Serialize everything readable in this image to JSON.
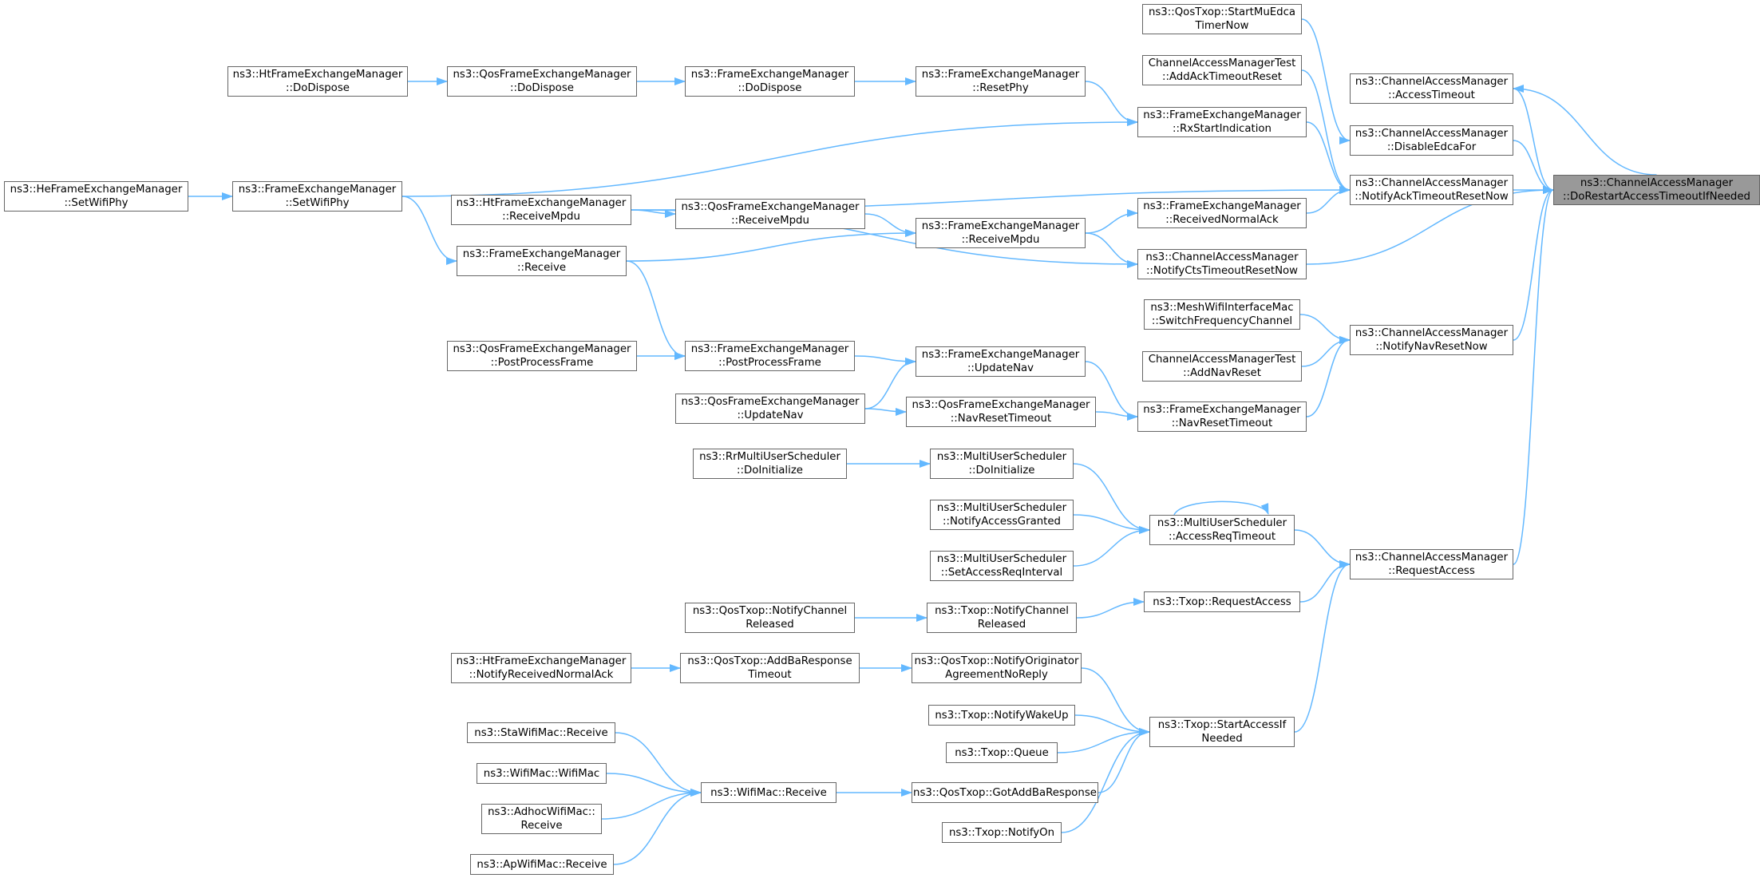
{
  "graph": {
    "edge_color": "#63b8ff",
    "root_fill": "#999999",
    "node_border": "#666666",
    "nodes": [
      {
        "id": "root",
        "lines": [
          "ns3::ChannelAccessManager",
          "::DoRestartAccessTimeoutIfNeeded"
        ],
        "root": true
      },
      {
        "id": "cam_accesstimeout",
        "lines": [
          "ns3::ChannelAccessManager",
          "::AccessTimeout"
        ]
      },
      {
        "id": "cam_disableedcafor",
        "lines": [
          "ns3::ChannelAccessManager",
          "::DisableEdcaFor"
        ]
      },
      {
        "id": "cam_notifyacktimeoutresetnow",
        "lines": [
          "ns3::ChannelAccessManager",
          "::NotifyAckTimeoutResetNow"
        ]
      },
      {
        "id": "cam_notifyctstimeoutresetnow",
        "lines": [
          "ns3::ChannelAccessManager",
          "::NotifyCtsTimeoutResetNow"
        ]
      },
      {
        "id": "cam_notifynavresetnow",
        "lines": [
          "ns3::ChannelAccessManager",
          "::NotifyNavResetNow"
        ]
      },
      {
        "id": "cam_requestaccess",
        "lines": [
          "ns3::ChannelAccessManager",
          "::RequestAccess"
        ]
      },
      {
        "id": "qostxop_startmuedca",
        "lines": [
          "ns3::QosTxop::StartMuEdca",
          "TimerNow"
        ]
      },
      {
        "id": "camtest_addacktimeoutreset",
        "lines": [
          "ChannelAccessManagerTest",
          "::AddAckTimeoutReset"
        ]
      },
      {
        "id": "fem_rxstartindication",
        "lines": [
          "ns3::FrameExchangeManager",
          "::RxStartIndication"
        ]
      },
      {
        "id": "fem_receivednormalack",
        "lines": [
          "ns3::FrameExchangeManager",
          "::ReceivedNormalAck"
        ]
      },
      {
        "id": "fem_resetphy",
        "lines": [
          "ns3::FrameExchangeManager",
          "::ResetPhy"
        ]
      },
      {
        "id": "fem_dodispose",
        "lines": [
          "ns3::FrameExchangeManager",
          "::DoDispose"
        ]
      },
      {
        "id": "qosfem_dodispose",
        "lines": [
          "ns3::QosFrameExchangeManager",
          "::DoDispose"
        ]
      },
      {
        "id": "htfem_dodispose",
        "lines": [
          "ns3::HtFrameExchangeManager",
          "::DoDispose"
        ]
      },
      {
        "id": "fem_setwifiphy",
        "lines": [
          "ns3::FrameExchangeManager",
          "::SetWifiPhy"
        ]
      },
      {
        "id": "hefem_setwifiphy",
        "lines": [
          "ns3::HeFrameExchangeManager",
          "::SetWifiPhy"
        ]
      },
      {
        "id": "htfem_receivempdu",
        "lines": [
          "ns3::HtFrameExchangeManager",
          "::ReceiveMpdu"
        ]
      },
      {
        "id": "qosfem_receivempdu",
        "lines": [
          "ns3::QosFrameExchangeManager",
          "::ReceiveMpdu"
        ]
      },
      {
        "id": "fem_receivempdu",
        "lines": [
          "ns3::FrameExchangeManager",
          "::ReceiveMpdu"
        ]
      },
      {
        "id": "fem_receive",
        "lines": [
          "ns3::FrameExchangeManager",
          "::Receive"
        ]
      },
      {
        "id": "meshmac_switchfreq",
        "lines": [
          "ns3::MeshWifiInterfaceMac",
          "::SwitchFrequencyChannel"
        ]
      },
      {
        "id": "camtest_addnavreset",
        "lines": [
          "ChannelAccessManagerTest",
          "::AddNavReset"
        ]
      },
      {
        "id": "fem_postprocessframe",
        "lines": [
          "ns3::FrameExchangeManager",
          "::PostProcessFrame"
        ]
      },
      {
        "id": "qosfem_postprocessframe",
        "lines": [
          "ns3::QosFrameExchangeManager",
          "::PostProcessFrame"
        ]
      },
      {
        "id": "fem_updatenav",
        "lines": [
          "ns3::FrameExchangeManager",
          "::UpdateNav"
        ]
      },
      {
        "id": "qosfem_updatenav",
        "lines": [
          "ns3::QosFrameExchangeManager",
          "::UpdateNav"
        ]
      },
      {
        "id": "qosfem_navresettimeout",
        "lines": [
          "ns3::QosFrameExchangeManager",
          "::NavResetTimeout"
        ]
      },
      {
        "id": "fem_navresettimeout",
        "lines": [
          "ns3::FrameExchangeManager",
          "::NavResetTimeout"
        ]
      },
      {
        "id": "rrmus_doinitialize",
        "lines": [
          "ns3::RrMultiUserScheduler",
          "::DoInitialize"
        ]
      },
      {
        "id": "mus_doinitialize",
        "lines": [
          "ns3::MultiUserScheduler",
          "::DoInitialize"
        ]
      },
      {
        "id": "mus_notifyaccessgranted",
        "lines": [
          "ns3::MultiUserScheduler",
          "::NotifyAccessGranted"
        ]
      },
      {
        "id": "mus_accessreqtimeout",
        "lines": [
          "ns3::MultiUserScheduler",
          "::AccessReqTimeout"
        ]
      },
      {
        "id": "mus_setaccessreqinterval",
        "lines": [
          "ns3::MultiUserScheduler",
          "::SetAccessReqInterval"
        ]
      },
      {
        "id": "txop_requestaccess",
        "lines": [
          "ns3::Txop::RequestAccess"
        ]
      },
      {
        "id": "qostxop_notifychannelreleased",
        "lines": [
          "ns3::QosTxop::NotifyChannel",
          "Released"
        ]
      },
      {
        "id": "txop_notifychannelreleased",
        "lines": [
          "ns3::Txop::NotifyChannel",
          "Released"
        ]
      },
      {
        "id": "htfem_notifyreceivednormalack",
        "lines": [
          "ns3::HtFrameExchangeManager",
          "::NotifyReceivedNormalAck"
        ]
      },
      {
        "id": "qostxop_addbaresponsetimeout",
        "lines": [
          "ns3::QosTxop::AddBaResponse",
          "Timeout"
        ]
      },
      {
        "id": "qostxop_notifyoriginator",
        "lines": [
          "ns3::QosTxop::NotifyOriginator",
          "AgreementNoReply"
        ]
      },
      {
        "id": "txop_notifywakeup",
        "lines": [
          "ns3::Txop::NotifyWakeUp"
        ]
      },
      {
        "id": "txop_startaccessifneeded",
        "lines": [
          "ns3::Txop::StartAccessIf",
          "Needed"
        ]
      },
      {
        "id": "txop_queue",
        "lines": [
          "ns3::Txop::Queue"
        ]
      },
      {
        "id": "stawifimac_receive",
        "lines": [
          "ns3::StaWifiMac::Receive"
        ]
      },
      {
        "id": "wifimac_wifimac",
        "lines": [
          "ns3::WifiMac::WifiMac"
        ]
      },
      {
        "id": "wifimac_receive",
        "lines": [
          "ns3::WifiMac::Receive"
        ]
      },
      {
        "id": "qostxop_gotaddbaresponse",
        "lines": [
          "ns3::QosTxop::GotAddBaResponse"
        ]
      },
      {
        "id": "adhocwifimac_receive",
        "lines": [
          "ns3::AdhocWifiMac::",
          "Receive"
        ]
      },
      {
        "id": "apwifimac_receive",
        "lines": [
          "ns3::ApWifiMac::Receive"
        ]
      },
      {
        "id": "txop_notifyon",
        "lines": [
          "ns3::Txop::NotifyOn"
        ]
      }
    ]
  }
}
